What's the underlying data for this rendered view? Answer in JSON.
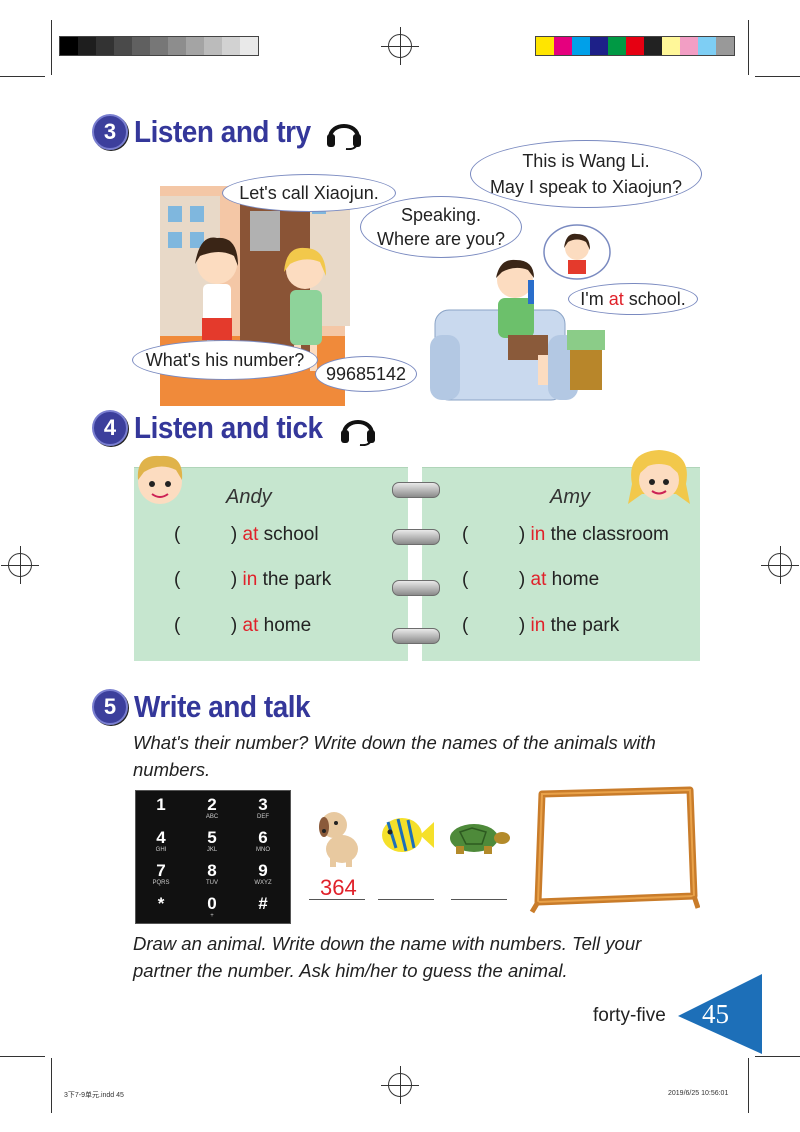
{
  "section3": {
    "number": "3",
    "title": "Listen and try",
    "bubbles": {
      "call": "Let's call Xiaojun.",
      "number_q": "What's his number?",
      "number": "99685142",
      "speaking_1": "Speaking.",
      "speaking_2": "Where are you?",
      "wang_1": "This is Wang Li.",
      "wang_2": "May I speak to Xiaojun?",
      "school_pre": "I'm ",
      "school_at": "at",
      "school_post": " school."
    }
  },
  "section4": {
    "number": "4",
    "title": "Listen and tick",
    "left": {
      "name": "Andy",
      "rows": [
        {
          "paren_open": "(",
          "paren_close": ")",
          "prep": "at",
          "place": " school"
        },
        {
          "paren_open": "(",
          "paren_close": ")",
          "prep": "in",
          "place": " the park"
        },
        {
          "paren_open": "(",
          "paren_close": ")",
          "prep": "at",
          "place": " home"
        }
      ]
    },
    "right": {
      "name": "Amy",
      "rows": [
        {
          "paren_open": "(",
          "paren_close": ")",
          "prep": "in",
          "place": " the classroom"
        },
        {
          "paren_open": "(",
          "paren_close": ")",
          "prep": "at",
          "place": " home"
        },
        {
          "paren_open": "(",
          "paren_close": ")",
          "prep": "in",
          "place": " the park"
        }
      ]
    }
  },
  "section5": {
    "number": "5",
    "title": "Write and talk",
    "instruction_1a": "What's their number? Write down the names of the animals with",
    "instruction_1b": "numbers.",
    "keypad": [
      {
        "digit": "1",
        "letters": ""
      },
      {
        "digit": "2",
        "letters": "ABC"
      },
      {
        "digit": "3",
        "letters": "DEF"
      },
      {
        "digit": "4",
        "letters": "GHI"
      },
      {
        "digit": "5",
        "letters": "JKL"
      },
      {
        "digit": "6",
        "letters": "MNO"
      },
      {
        "digit": "7",
        "letters": "PQRS"
      },
      {
        "digit": "8",
        "letters": "TUV"
      },
      {
        "digit": "9",
        "letters": "WXYZ"
      },
      {
        "digit": "*",
        "letters": ""
      },
      {
        "digit": "0",
        "letters": "+"
      },
      {
        "digit": "#",
        "letters": ""
      }
    ],
    "dog_answer": "364",
    "instruction_2a": "Draw an animal. Write down the name with numbers. Tell your",
    "instruction_2b": "partner the number. Ask him/her to guess the animal."
  },
  "footer": {
    "page_word": "forty-five",
    "page_number": "45",
    "file_info": "3下7-9单元.indd  45",
    "date_info": "2019/6/25   10:56:01"
  },
  "colors": {
    "heading": "#34379a",
    "highlight": "#e0212a",
    "notebook": "#c6e6cf",
    "page_tab": "#1d6fb8"
  }
}
